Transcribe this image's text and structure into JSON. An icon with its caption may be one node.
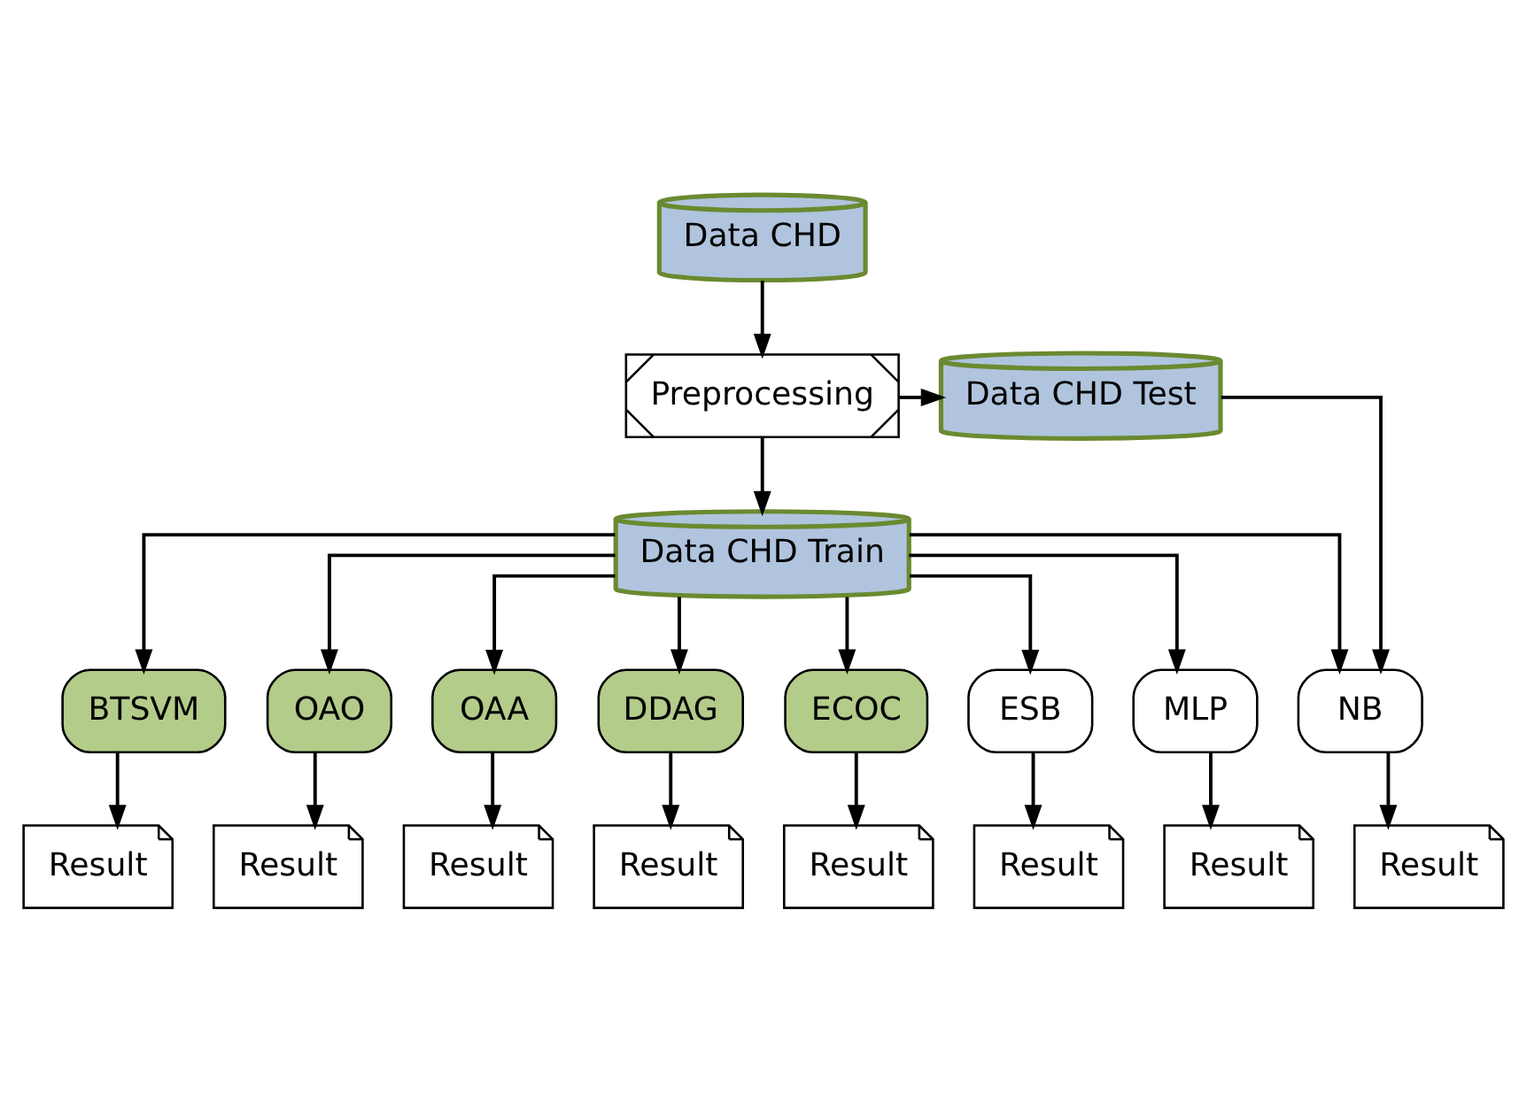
{
  "diagram": {
    "nodes": [
      {
        "text": [
          "Data CHD"
        ]
      },
      {
        "text": [
          "Preprocessing"
        ]
      },
      {
        "text": [
          "Data CHD Test"
        ]
      },
      {
        "text": [
          "Data CHD Train"
        ]
      },
      {
        "text": [
          "BTSVM"
        ]
      },
      {
        "text": [
          "OAO"
        ]
      },
      {
        "text": [
          "OAA"
        ]
      },
      {
        "text": [
          "DDAG"
        ]
      },
      {
        "text": [
          "ECOC"
        ]
      },
      {
        "text": [
          "ESB"
        ]
      },
      {
        "text": [
          "MLP"
        ]
      },
      {
        "text": [
          "NB"
        ]
      },
      {
        "text": [
          "Result"
        ]
      },
      {
        "text": [
          "Result"
        ]
      },
      {
        "text": [
          "Result"
        ]
      },
      {
        "text": [
          "Result"
        ]
      },
      {
        "text": [
          "Result"
        ]
      },
      {
        "text": [
          "Result"
        ]
      },
      {
        "text": [
          "Result"
        ]
      },
      {
        "text": [
          "Result"
        ]
      }
    ],
    "edges": [
      {
        "from": 0,
        "to": 1,
        "arrow": "to"
      },
      {
        "from": 1,
        "to": 2,
        "arrow": "to"
      },
      {
        "from": 1,
        "to": 3,
        "arrow": "to"
      },
      {
        "from": 3,
        "to": 4,
        "arrow": "to"
      },
      {
        "from": 3,
        "to": 5,
        "arrow": "to"
      },
      {
        "from": 3,
        "to": 6,
        "arrow": "to"
      },
      {
        "from": 3,
        "to": 7,
        "arrow": "to"
      },
      {
        "from": 3,
        "to": 8,
        "arrow": "to"
      },
      {
        "from": 3,
        "to": 9,
        "arrow": "to"
      },
      {
        "from": 3,
        "to": 10,
        "arrow": "to"
      },
      {
        "from": 3,
        "to": 11,
        "arrow": "to"
      },
      {
        "from": 4,
        "to": 12,
        "arrow": "to"
      },
      {
        "from": 5,
        "to": 13,
        "arrow": "to"
      },
      {
        "from": 6,
        "to": 14,
        "arrow": "to"
      },
      {
        "from": 7,
        "to": 15,
        "arrow": "to"
      },
      {
        "from": 8,
        "to": 16,
        "arrow": "to"
      },
      {
        "from": 9,
        "to": 17,
        "arrow": "to"
      },
      {
        "from": 10,
        "to": 18,
        "arrow": "to"
      },
      {
        "from": 11,
        "to": 19,
        "arrow": "to"
      },
      {
        "from": 2,
        "to": 11,
        "arrow": "to"
      }
    ]
  }
}
